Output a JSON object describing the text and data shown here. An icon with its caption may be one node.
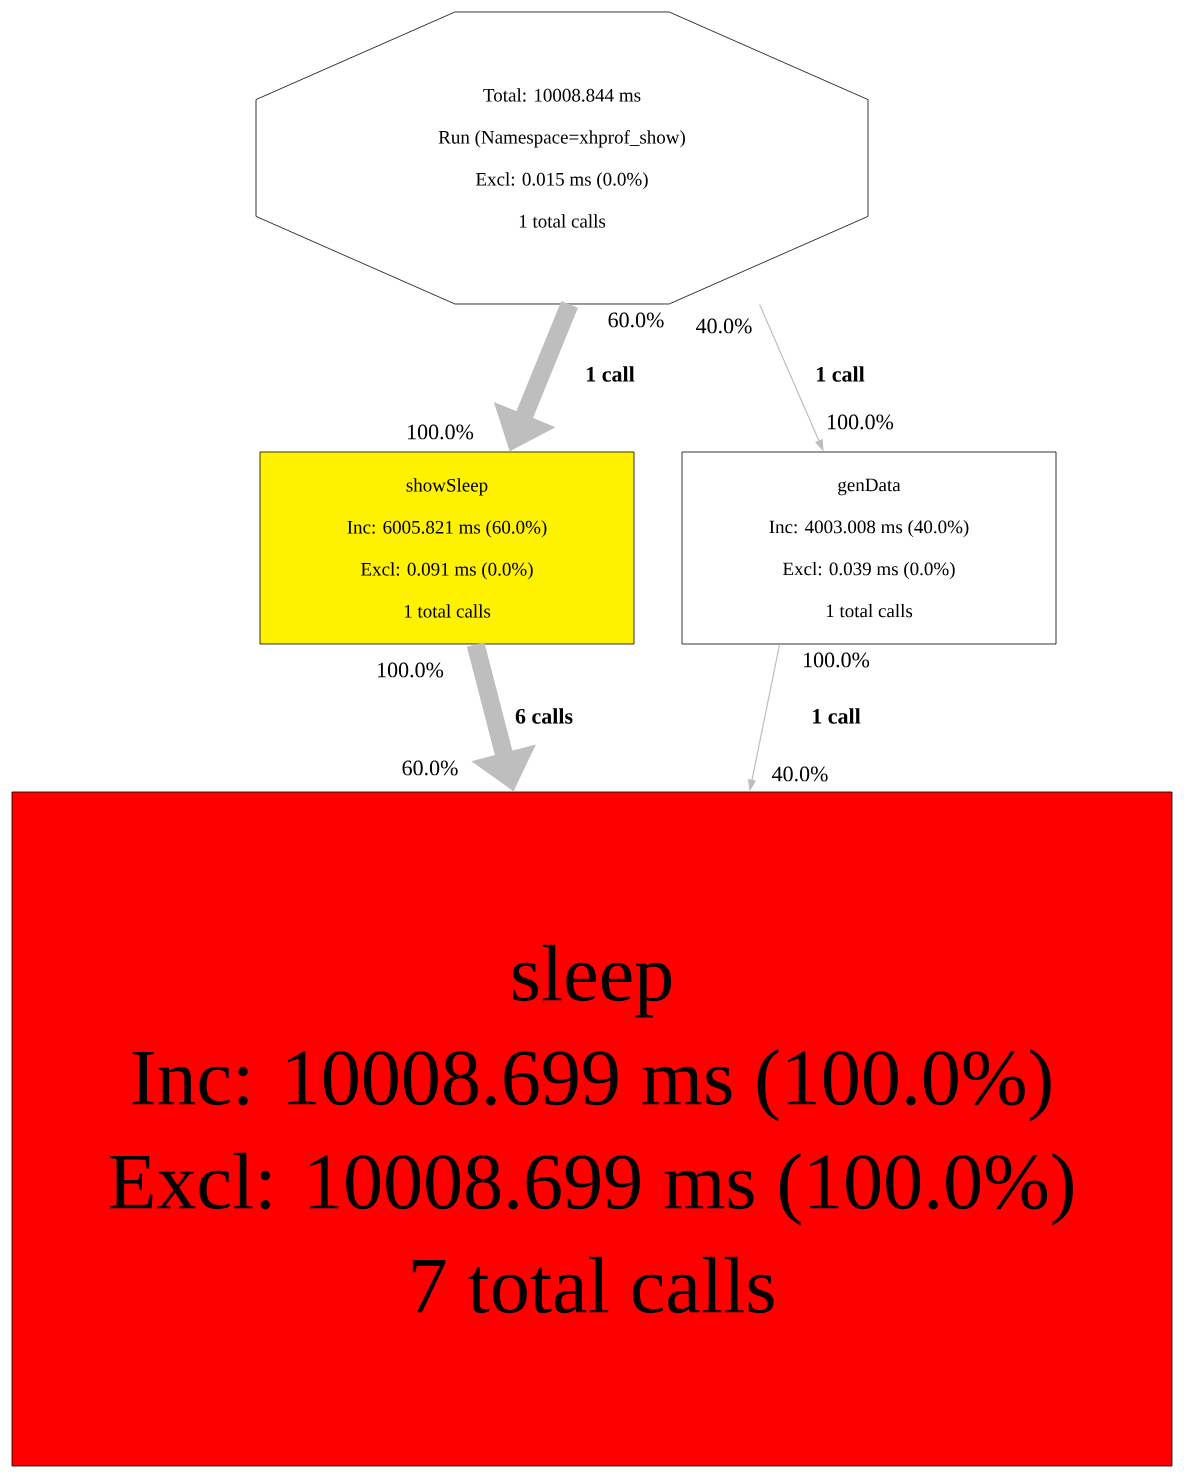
{
  "diagram": {
    "nodes": [
      {
        "text": [
          "Total: 10008.844 ms",
          "Run (Namespace=xhprof_show)",
          "Excl: 0.015 ms (0.0%)",
          "1 total calls"
        ]
      },
      {
        "text": [
          "showSleep",
          "Inc: 6005.821 ms (60.0%)",
          "Excl: 0.091 ms (0.0%)",
          "1 total calls"
        ]
      },
      {
        "text": [
          "genData",
          "Inc: 4003.008 ms (40.0%)",
          "Excl: 0.039 ms (0.0%)",
          "1 total calls"
        ]
      },
      {
        "text": [
          "sleep",
          "Inc: 10008.699 ms (100.0%)",
          "Excl: 10008.699 ms (100.0%)",
          "7 total calls"
        ]
      }
    ],
    "edges": [
      {
        "from": 0,
        "to": 1,
        "arrow": "to",
        "label": "1 call",
        "style": "thick"
      },
      {
        "from": 0,
        "to": 2,
        "arrow": "to",
        "label": "1 call"
      },
      {
        "from": 1,
        "to": 3,
        "arrow": "to",
        "label": "6 calls",
        "style": "thick"
      },
      {
        "from": 2,
        "to": 3,
        "arrow": "to",
        "label": "1 call"
      }
    ],
    "labels": [
      "60.0%",
      "40.0%",
      "100.0%",
      "100.0%",
      "100.0%",
      "100.0%",
      "60.0%",
      "40.0%"
    ]
  }
}
